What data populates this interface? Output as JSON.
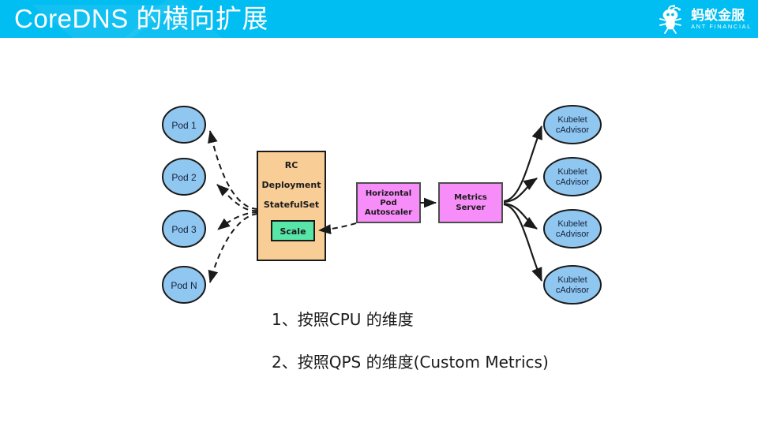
{
  "slide": {
    "title": "CoreDNS 的横向扩展",
    "header_color": "#00bdf2",
    "background_color": "#ffffff"
  },
  "brand": {
    "icon": "ant-mascot-icon",
    "name_cn": "蚂蚁金服",
    "name_en": "ANT FINANCIAL",
    "color": "#ffffff"
  },
  "diagram": {
    "type": "flow-diagram",
    "colors": {
      "pod_fill": "#90c7f0",
      "pod_stroke": "#1a1a1a",
      "controller_fill": "#f9cd96",
      "controller_stroke": "#1a1a1a",
      "scale_fill": "#58e6a8",
      "scale_stroke": "#1a1a1a",
      "hpa_fill": "#f78df8",
      "hpa_stroke": "#4d4d4d",
      "metrics_fill": "#f78df8",
      "metrics_stroke": "#4d4d4d",
      "kubelet_fill": "#90c7f0",
      "kubelet_stroke": "#1a1a1a",
      "edge_color": "#1a1a1a"
    },
    "pods": [
      {
        "label": "Pod 1"
      },
      {
        "label": "Pod 2"
      },
      {
        "label": "Pod 3"
      },
      {
        "label": "Pod N"
      }
    ],
    "controller": {
      "lines": [
        "RC",
        "Deployment",
        "StatefulSet"
      ],
      "scale_label": "Scale"
    },
    "autoscaler": {
      "lines": [
        "Horizontal",
        "Pod",
        "Autoscaler"
      ]
    },
    "metrics_server": {
      "lines": [
        "Metrics",
        "Server"
      ]
    },
    "kubelets": [
      {
        "line1": "Kubelet",
        "line2": "cAdvisor"
      },
      {
        "line1": "Kubelet",
        "line2": "cAdvisor"
      },
      {
        "line1": "Kubelet",
        "line2": "cAdvisor"
      },
      {
        "line1": "Kubelet",
        "line2": "cAdvisor"
      }
    ]
  },
  "bullets": [
    {
      "text": "1、按照CPU 的维度"
    },
    {
      "text": "2、按照QPS 的维度(Custom Metrics)"
    }
  ]
}
